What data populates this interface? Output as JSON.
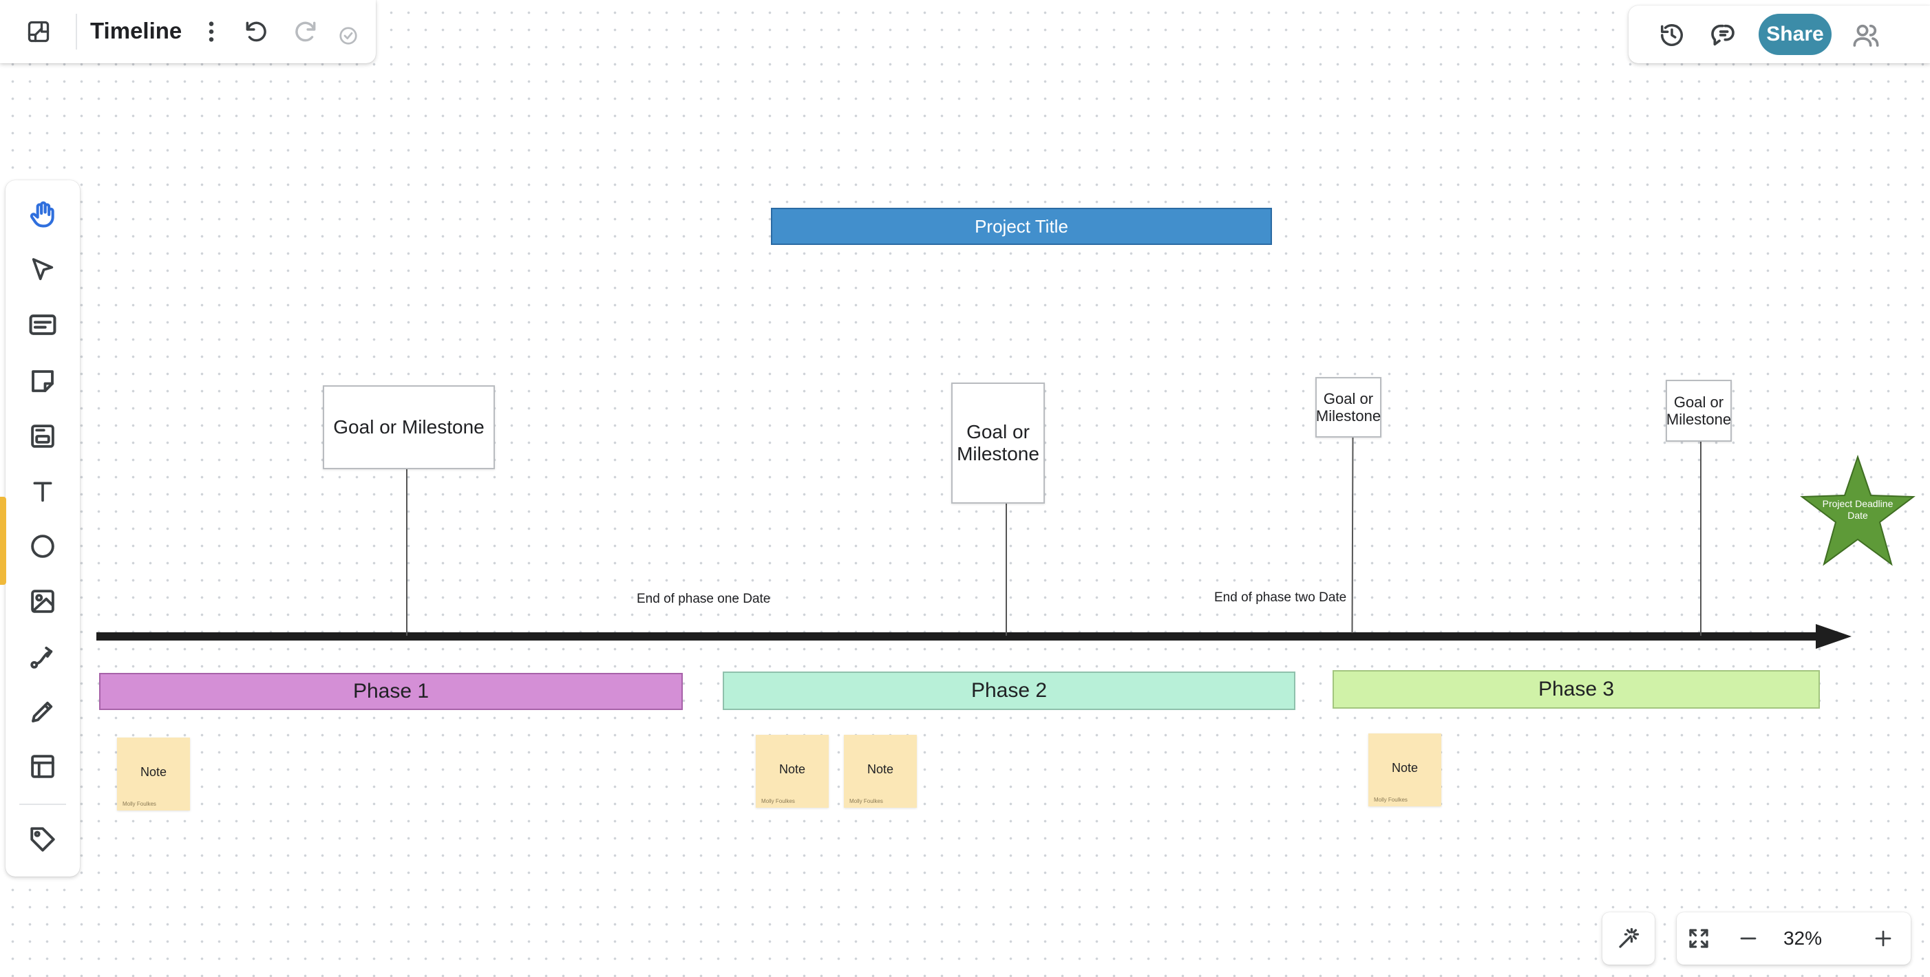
{
  "app": {
    "title": "Timeline",
    "share_label": "Share",
    "zoom_level": "32%",
    "accent_color": "#3c8ca8"
  },
  "toolbar": {
    "icons": [
      "panel-icon",
      "more-vertical-icon",
      "undo-icon",
      "redo-icon",
      "saved-check-icon"
    ],
    "right_icons": [
      "history-icon",
      "comments-icon",
      "collaborators-icon"
    ]
  },
  "tools": [
    "hand-tool",
    "select-tool",
    "text-box-tool",
    "sticky-note-tool",
    "card-tool",
    "text-tool",
    "shape-tool",
    "image-tool",
    "connector-tool",
    "pen-tool",
    "template-tool",
    "tag-tool"
  ],
  "canvas": {
    "project_title": "Project Title",
    "milestones": [
      {
        "label": "Goal or Milestone"
      },
      {
        "label": "Goal or Milestone"
      },
      {
        "label": "Goal or Milestone"
      },
      {
        "label": "Goal or Milestone"
      }
    ],
    "date_labels": [
      "End of phase one Date",
      "End of phase two Date"
    ],
    "deadline": "Project Deadline Date",
    "phases": [
      {
        "label": "Phase 1",
        "color": "#d48fd6"
      },
      {
        "label": "Phase 2",
        "color": "#b8f0d8"
      },
      {
        "label": "Phase 3",
        "color": "#d0f2a8"
      }
    ],
    "notes": [
      {
        "text": "Note",
        "author": "Molly Foulkes"
      },
      {
        "text": "Note",
        "author": "Molly Foulkes"
      },
      {
        "text": "Note",
        "author": "Molly Foulkes"
      },
      {
        "text": "Note",
        "author": "Molly Foulkes"
      }
    ],
    "colors": {
      "title_bar": "#428fcc",
      "star": "#5e9a38",
      "note": "#fbe7b6",
      "timeline": "#1e1e1e"
    }
  }
}
